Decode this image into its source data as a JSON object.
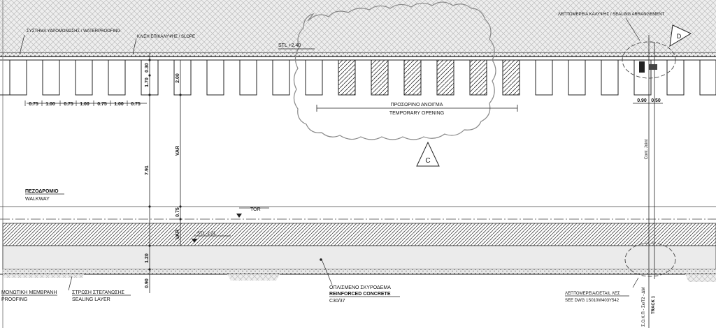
{
  "top_labels": {
    "waterproof": "ΣΥΣΤΗΜΑ ΥΔΡΟΜΟΝΩΣΗΣ / WATERPROOFING",
    "slope": "ΚΛΙΣΗ ΕΠΙΚΑΛΥΨΗΣ / SLOPE",
    "detail": "ΛΕΠΤΟΜΕΡΕΙΑ ΚΑΛΥΨΗΣ / SEALING ARRANGEMENT"
  },
  "stl_top": "STL +2.40",
  "temporary_opening": {
    "greek": "ΠΡΟΣΩΡΙΝΟ ΑΝΟΙΓΜΑ",
    "english": "TEMPORARY OPENING"
  },
  "callout_c": "C",
  "callout_d": "D",
  "dimensions": {
    "bottom_row": [
      "0.75",
      "1.00",
      "0.75",
      "1.00",
      "0.75",
      "1.00",
      "0.75"
    ],
    "vertical": [
      "0.30",
      "1.70",
      "2.00",
      "7.91",
      "VAR",
      "0.75",
      "VAR",
      "1.20",
      "0.90"
    ],
    "right": [
      "0.90",
      "0.50"
    ]
  },
  "walkway": {
    "greek": "ΠΕΖΟΔΡΟΜΙΟ",
    "english": "WALKWAY"
  },
  "tor": "TOR",
  "stl_mid": "STL -2.21",
  "cont_joint": "Cont. Joint",
  "bottom_labels": {
    "membrane_gr": "ΜΟΝΩΤΙΚΗ ΜΕΜΒΡΑΝΗ",
    "membrane_en": "PROOFING",
    "sealing_gr": "ΣΤΡΩΣΗ ΣΤΕΓΑΝΩΣΗΣ",
    "sealing_en": "SEALING LAYER",
    "concrete_gr": "ΟΠΛΙΣΜΕΝΟ ΣΚΥΡΟΔΕΜΑ",
    "concrete_en": "REINFORCED CONCRETE",
    "concrete_grade": "C30/37",
    "detail_gr": "ΛΕΠΤΟΜΕΡΕΙΑ/DETAIL ΛΕΣ",
    "detail_ref": "SEE DWG 1S010W403Y542",
    "track_label": "Σ.Ο.Κ.Π - Σκ/Τ2 - ΔΜ",
    "track": "TRACK 1"
  }
}
